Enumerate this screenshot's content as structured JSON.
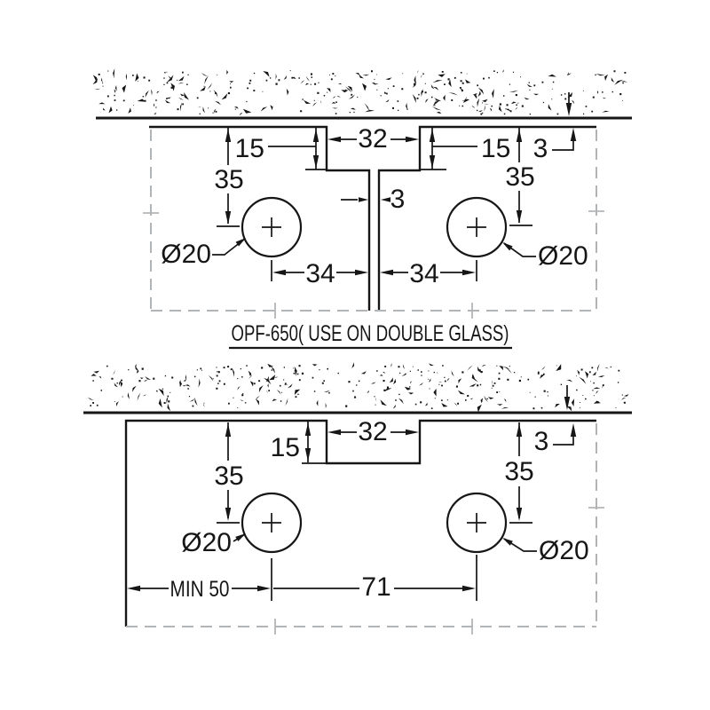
{
  "colors": {
    "line": "#161616",
    "dash": "#b2b5b7"
  },
  "top_diagram": {
    "caption": "OPF-650( USE ON DOUBLE GLASS)",
    "dim_recess_width": "32",
    "dim_recess_depth_left": "15",
    "dim_recess_depth_right": "15",
    "dim_ceiling_gap": "3",
    "dim_center_slot": "3",
    "dim_hole_offset_left": "35",
    "dim_hole_offset_right": "35",
    "dim_hole_dia_left": "Ø20",
    "dim_hole_dia_right": "Ø20",
    "dim_hole_pitch_left": "34",
    "dim_hole_pitch_right": "34"
  },
  "bottom_diagram": {
    "dim_recess_width": "32",
    "dim_recess_depth": "15",
    "dim_ceiling_gap": "3",
    "dim_hole_offset_left": "35",
    "dim_hole_offset_right": "35",
    "dim_hole_dia_left": "Ø20",
    "dim_hole_dia_right": "Ø20",
    "dim_edge_distance": "MIN 50",
    "dim_hole_pitch": "71"
  }
}
